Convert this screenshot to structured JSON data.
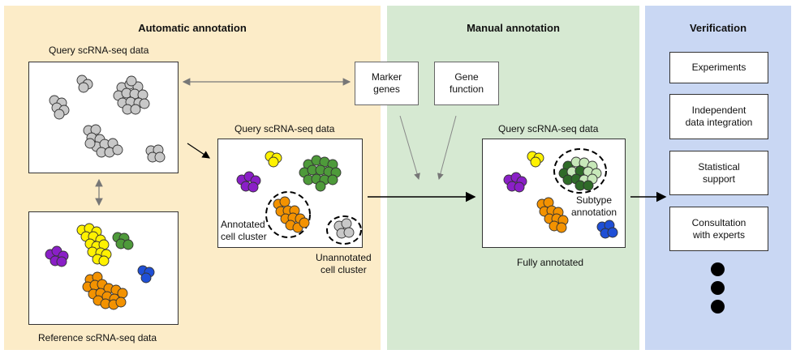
{
  "panels": {
    "automatic": "Automatic annotation",
    "manual": "Manual annotation",
    "verification": "Verification"
  },
  "labels": {
    "query_top": "Query scRNA-seq data",
    "reference": "Reference scRNA-seq data",
    "query_mid": "Query scRNA-seq data",
    "query_right": "Query scRNA-seq data",
    "annotated_line1": "Annotated",
    "annotated_line2": "cell cluster",
    "unannotated_line1": "Unannotated",
    "unannotated_line2": "cell cluster",
    "fully_annotated": "Fully annotated",
    "subtype_line1": "Subtype",
    "subtype_line2": "annotation"
  },
  "manual_inputs": {
    "marker_line1": "Marker",
    "marker_line2": "genes",
    "gene_line1": "Gene",
    "gene_line2": "function"
  },
  "verification_items": {
    "experiments": "Experiments",
    "independent_line1": "Independent",
    "independent_line2": "data integration",
    "statistical_line1": "Statistical",
    "statistical_line2": "support",
    "consultation_line1": "Consultation",
    "consultation_line2": "with experts"
  },
  "colors": {
    "gray": "#c8c8c8",
    "yellow": "#fff200",
    "purple": "#8a1fc7",
    "green": "#4e9a3a",
    "dark_green": "#2f6b28",
    "light_green": "#c7e8b9",
    "orange": "#f39200",
    "blue": "#1f4fd6"
  }
}
